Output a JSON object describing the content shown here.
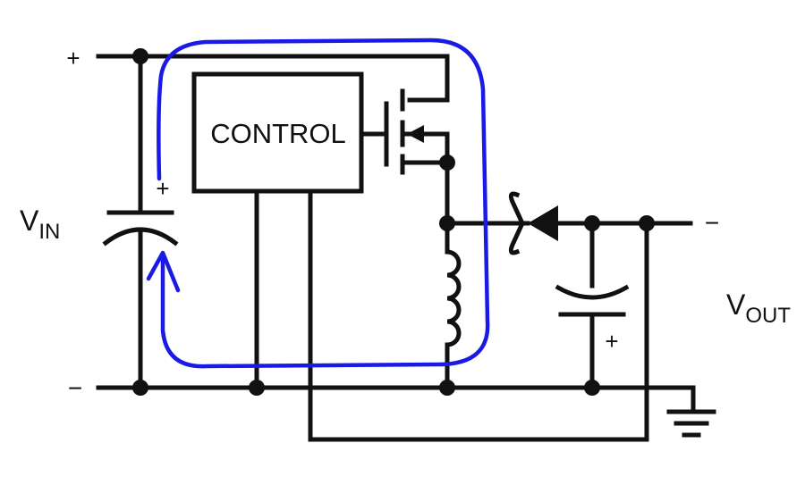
{
  "labels": {
    "control": "CONTROL",
    "vin_main": "V",
    "vin_sub": "IN",
    "vout_main": "V",
    "vout_sub": "OUT",
    "vin_plus": "+",
    "vin_minus": "−",
    "cap_in_plus": "+",
    "cap_out_plus": "+",
    "vout_minus": "−"
  },
  "colors": {
    "wire": "#111111",
    "loop": "#1a1ae6",
    "background": "#ffffff"
  }
}
